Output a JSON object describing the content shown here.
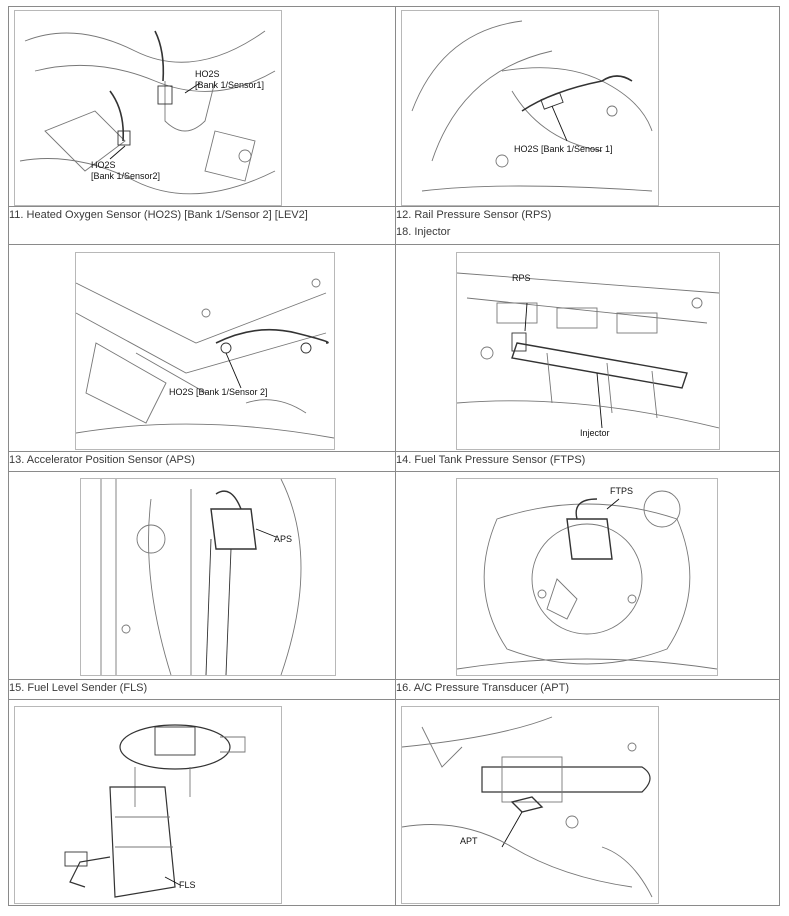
{
  "rows": [
    {
      "left": {
        "callouts": [
          "HO2S",
          "[Bank 1/Sensor1]",
          "HO2S",
          "[Bank 1/Sensor2]"
        ]
      },
      "right": {
        "callouts": [
          "HO2S [Bank 1/Senosr 1]"
        ]
      }
    },
    {
      "left_caption": [
        "11. Heated Oxygen Sensor (HO2S) [Bank 1/Sensor 2] [LEV2]"
      ],
      "right_caption": [
        "12. Rail Pressure Sensor (RPS)",
        "18. Injector"
      ]
    },
    {
      "left": {
        "callouts": [
          "HO2S [Bank 1/Sensor 2]"
        ]
      },
      "right": {
        "callouts": [
          "RPS",
          "Injector"
        ]
      }
    },
    {
      "left_caption": [
        "13. Accelerator Position Sensor (APS)"
      ],
      "right_caption": [
        "14. Fuel Tank Pressure Sensor (FTPS)"
      ]
    },
    {
      "left": {
        "callouts": [
          "APS"
        ]
      },
      "right": {
        "callouts": [
          "FTPS"
        ]
      }
    },
    {
      "left_caption": [
        "15. Fuel Level Sender (FLS)"
      ],
      "right_caption": [
        "16. A/C Pressure Transducer (APT)"
      ]
    },
    {
      "left": {
        "callouts": [
          "FLS"
        ]
      },
      "right": {
        "callouts": [
          "APT"
        ]
      }
    }
  ]
}
